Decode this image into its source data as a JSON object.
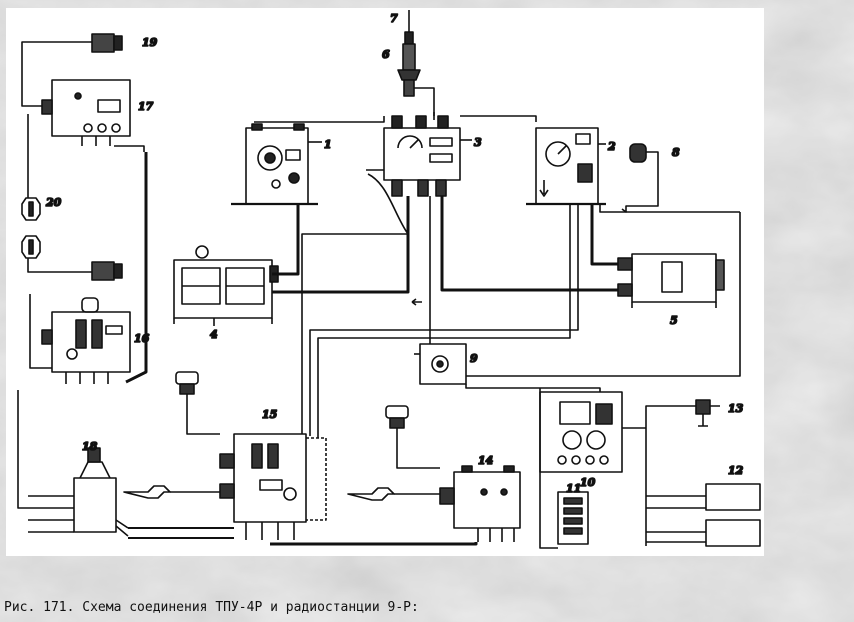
{
  "caption": "Рис. 171. Схема соединения ТПУ-4Р и радиостанции 9-Р:",
  "callouts": [
    "1",
    "2",
    "3",
    "4",
    "5",
    "6",
    "7",
    "8",
    "9",
    "10",
    "11",
    "12",
    "13",
    "14",
    "15",
    "16",
    "18",
    "19",
    "20",
    "17"
  ]
}
